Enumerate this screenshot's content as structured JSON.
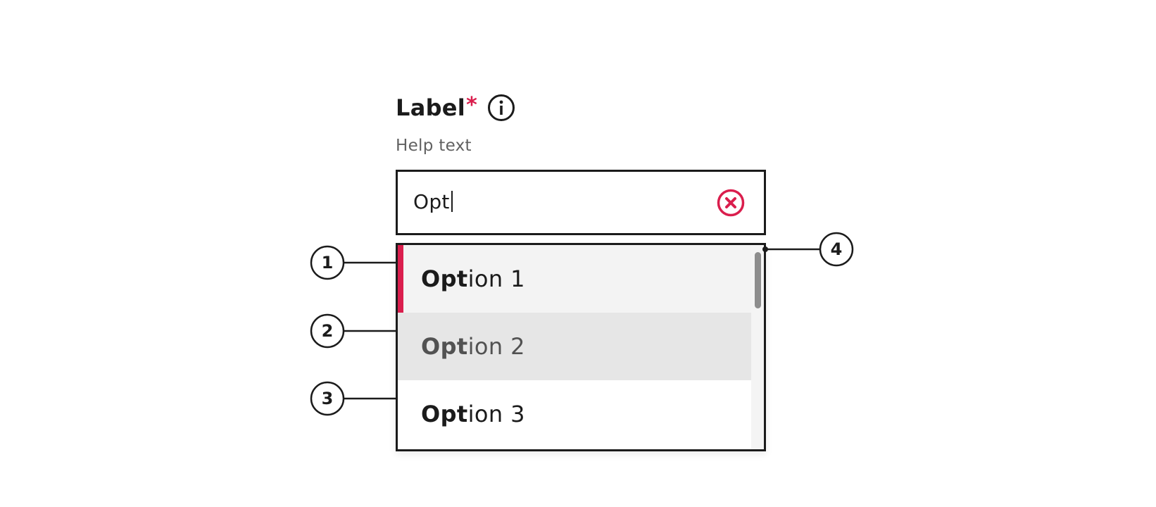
{
  "colors": {
    "accent": "#da1e4d",
    "text": "#1b1b1b",
    "help_text": "#616161",
    "option_hover_bg": "#e6e6e6",
    "option_focus_bg": "#f3f3f3"
  },
  "field": {
    "label": "Label",
    "required_mark": "*",
    "info_icon": "info-icon",
    "help_text": "Help text",
    "input_value": "Opt",
    "clear_icon": "clear-icon"
  },
  "options": [
    {
      "match": "Opt",
      "rest": "ion 1",
      "state": "focused"
    },
    {
      "match": "Opt",
      "rest": "ion 2",
      "state": "hover"
    },
    {
      "match": "Opt",
      "rest": "ion 3",
      "state": "default"
    }
  ],
  "callouts": [
    "1",
    "2",
    "3",
    "4"
  ]
}
